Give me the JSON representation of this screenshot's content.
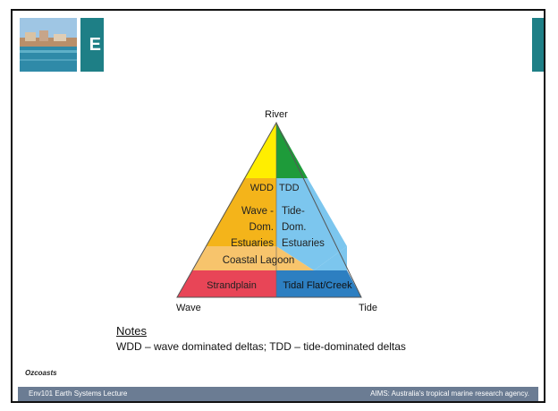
{
  "slide": {
    "title_fragment": "E",
    "source_credit": "Ozcoasts",
    "footer_left": "Env101 Earth Systems Lecture",
    "footer_right": "AIMS: Australia's tropical marine research agency.",
    "colors": {
      "accent": "#1e7f86",
      "footer": "#6b7c93"
    }
  },
  "diagram": {
    "apex_labels": {
      "top": "River",
      "left": "Wave",
      "right": "Tide"
    },
    "regions": {
      "wdd": "WDD",
      "tdd": "TDD",
      "wave_estuaries": [
        "Wave -",
        "Dom.",
        "Estuaries"
      ],
      "tide_estuaries": [
        "Tide-",
        "Dom.",
        "Estuaries"
      ],
      "coastal_lagoon": "Coastal Lagoon",
      "strandplain": "Strandplain",
      "tidal_flat": "Tidal Flat/Creek"
    },
    "colors": {
      "wdd": "#ffee00",
      "tdd": "#1e9b3a",
      "wave_estuaries": "#f4b41a",
      "tide_estuaries": "#7cc6ee",
      "coastal_lagoon": "#f7c46c",
      "strandplain": "#e84557",
      "tidal_flat": "#2d7fc1"
    }
  },
  "notes": {
    "heading": "Notes",
    "text": "WDD – wave dominated deltas; TDD – tide-dominated deltas"
  }
}
